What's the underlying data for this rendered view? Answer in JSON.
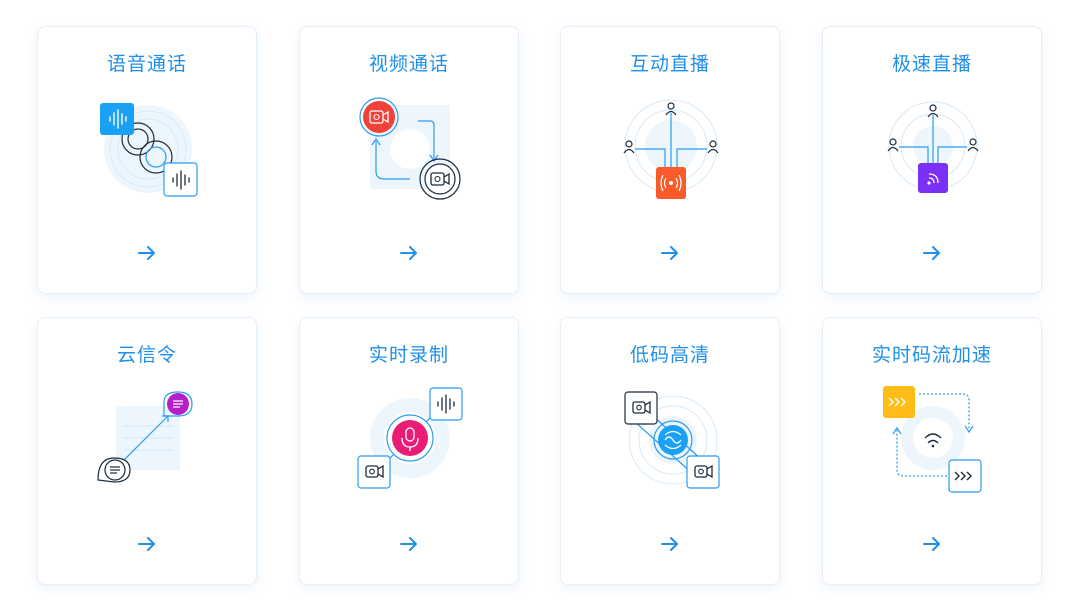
{
  "colors": {
    "title": "#1f8fea",
    "line": "#2b9bf0",
    "ring": "#d6e9f8",
    "blue_tile": "#1aa0f5",
    "red_tile": "#f0413b",
    "orange_tile": "#fb5a2a",
    "purple_tile": "#7b2ff7",
    "magenta": "#ea1d76",
    "purple_bubble": "#b51fca",
    "yellow_tile": "#fdbd16"
  },
  "cards": [
    {
      "title": "语音通话",
      "illustration": "voice-call-illustration",
      "arrow": "arrow-right-icon"
    },
    {
      "title": "视频通话",
      "illustration": "video-call-illustration",
      "arrow": "arrow-right-icon"
    },
    {
      "title": "互动直播",
      "illustration": "interactive-live-illustration",
      "arrow": "arrow-right-icon"
    },
    {
      "title": "极速直播",
      "illustration": "fast-live-illustration",
      "arrow": "arrow-right-icon"
    },
    {
      "title": "云信令",
      "illustration": "cloud-signaling-illustration",
      "arrow": "arrow-right-icon"
    },
    {
      "title": "实时录制",
      "illustration": "realtime-recording-illustration",
      "arrow": "arrow-right-icon"
    },
    {
      "title": "低码高清",
      "illustration": "low-bitrate-hd-illustration",
      "arrow": "arrow-right-icon"
    },
    {
      "title": "实时码流加速",
      "illustration": "stream-acceleration-illustration",
      "arrow": "arrow-right-icon"
    }
  ]
}
